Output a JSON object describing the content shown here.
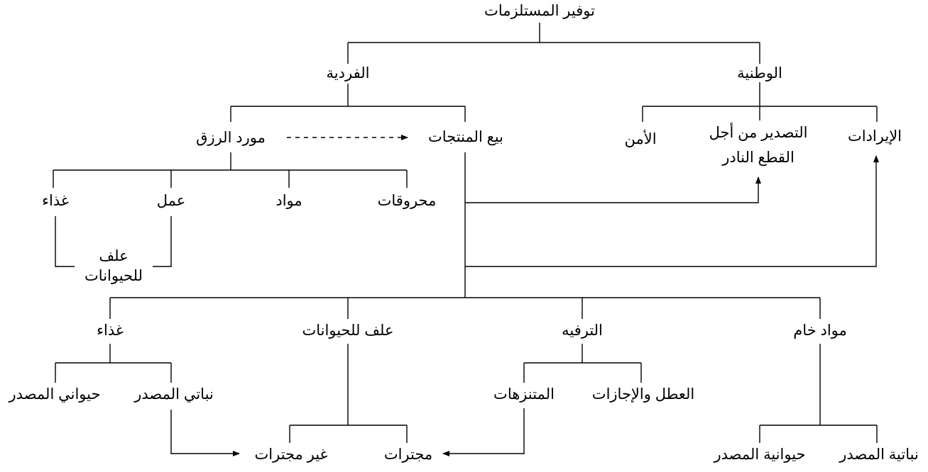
{
  "diagram": {
    "root": "توفير المستلزمات",
    "national": {
      "label": "الوطنية",
      "revenues": "الإيرادات",
      "export_line1": "التصدير من أجل",
      "export_line2": "القطع النادر",
      "security": "الأمن"
    },
    "individual": {
      "label": "الفردية",
      "sale": "بيع المنتجات",
      "livelihood": "مورد الرزق",
      "fuels": "محروقات",
      "materials": "مواد",
      "work": "عمل",
      "food": "غذاء",
      "fodder_line1": "علف",
      "fodder_line2": "للحيوانات"
    },
    "bottom": {
      "raw_materials": "مواد خام",
      "raw_plant": "نباتية المصدر",
      "raw_animal": "حيوانية المصدر",
      "recreation": "الترفيه",
      "holidays": "العطل والإجازات",
      "parks": "المتنزهات",
      "fodder": "علف للحيوانات",
      "processed": "مجترات",
      "unprocessed": "غير مجترات",
      "food": "غذاء",
      "plant_source": "نباتي المصدر",
      "animal_source": "حيواني المصدر"
    }
  }
}
